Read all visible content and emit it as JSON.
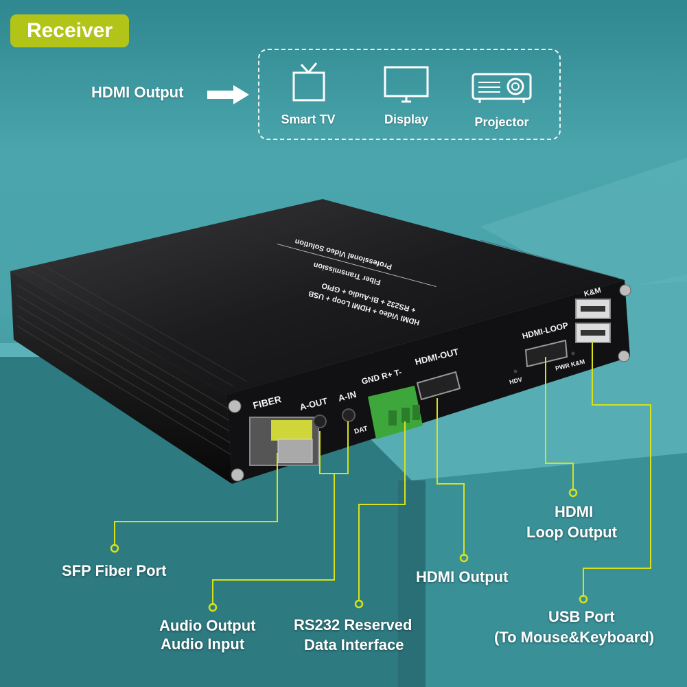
{
  "badge": "Receiver",
  "hdmi_output_label": "HDMI Output",
  "devices": [
    {
      "label": "Smart TV",
      "icon": "tv-icon"
    },
    {
      "label": "Display",
      "icon": "monitor-icon"
    },
    {
      "label": "Projector",
      "icon": "projector-icon"
    }
  ],
  "panel_labels": {
    "fiber": "FIBER",
    "a_out": "A-OUT",
    "a_in": "A-IN",
    "gnd": "GND R+ T-",
    "dat": "DAT",
    "hdmi_out": "HDMI-OUT",
    "hdmi_loop": "HDMI-LOOP",
    "hdv": "HDV",
    "pwr_km": "PWR K&M",
    "km": "K&M"
  },
  "top_print": {
    "line1": "HDMI Video + HDMI Loop + USB",
    "line2": "+ RS232 + Bi-Audio + GPIO",
    "line3": "Fiber Transmission",
    "line4": "Professional Video Solution"
  },
  "callouts": {
    "sfp": "SFP Fiber Port",
    "audio_out": "Audio Output",
    "audio_in": "Audio Input",
    "rs232_1": "RS232 Reserved",
    "rs232_2": "Data Interface",
    "hdmi_output": "HDMI Output",
    "hdmi_loop_1": "HDMI",
    "hdmi_loop_2": "Loop Output",
    "usb_1": "USB Port",
    "usb_2": "(To Mouse&Keyboard)"
  },
  "colors": {
    "accent": "#b2c418",
    "callout_line": "#d8e21a",
    "background": "#3f9aa1"
  }
}
